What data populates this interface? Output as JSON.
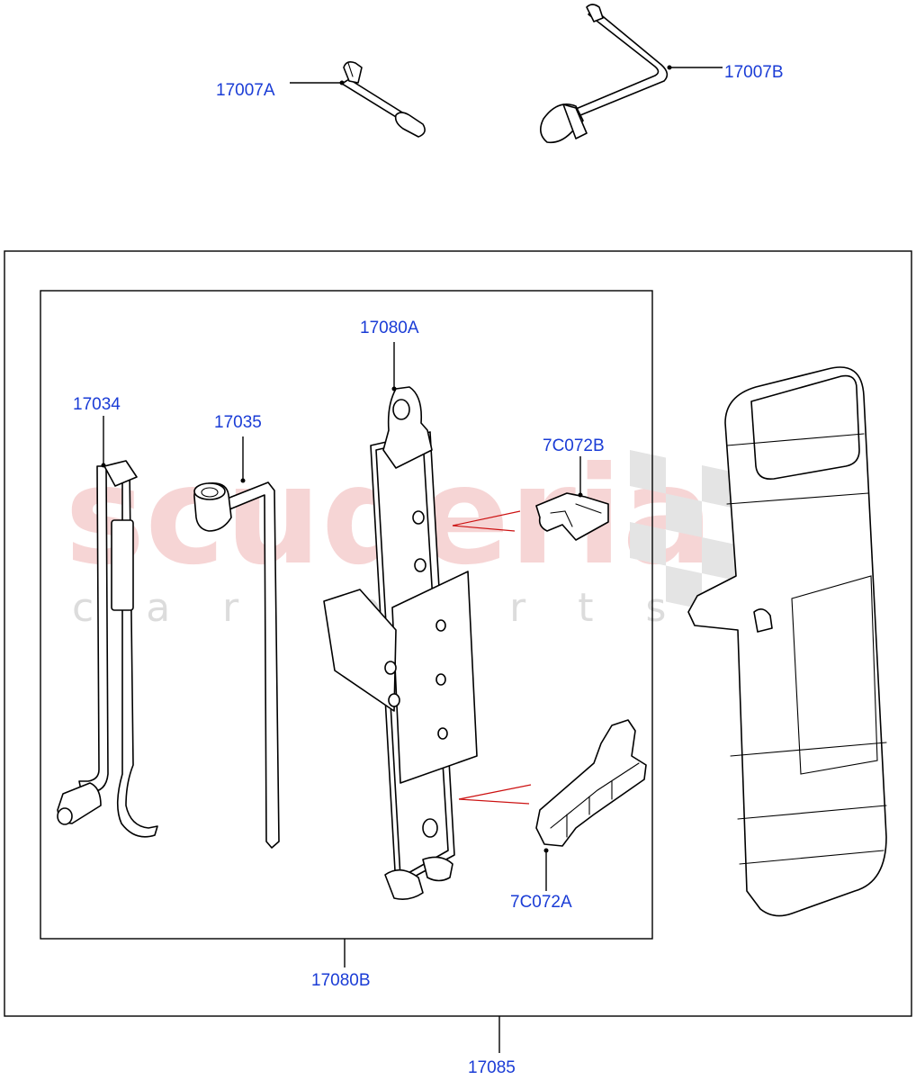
{
  "watermark": {
    "brand": "scuderia",
    "sub": "car parts"
  },
  "labels": {
    "l17007A": "17007A",
    "l17007B": "17007B",
    "l17080A": "17080A",
    "l17034": "17034",
    "l17035": "17035",
    "l7C072B": "7C072B",
    "l7C072A": "7C072A",
    "l17080B": "17080B",
    "l17085": "17085"
  },
  "colors": {
    "label": "#1a3cd6",
    "leader": "#000000",
    "indicator": "#cc1111",
    "watermark": "#f3c4c4"
  }
}
